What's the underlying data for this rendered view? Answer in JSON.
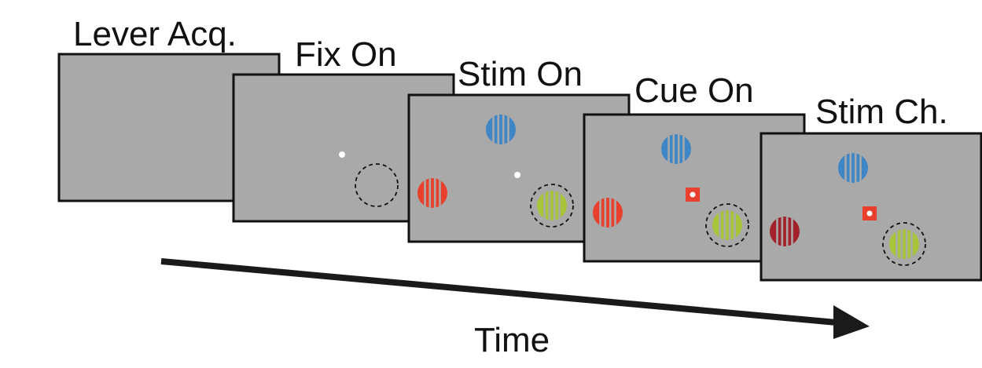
{
  "panels": [
    {
      "title": "Lever Acq.",
      "fixation": "none",
      "stimuli": [],
      "dashed_circle": false
    },
    {
      "title": "Fix On",
      "fixation": "dot",
      "stimuli": [],
      "dashed_circle": true
    },
    {
      "title": "Stim On",
      "fixation": "dot",
      "stimuli": [
        {
          "position": "top",
          "color": "#3f86c6"
        },
        {
          "position": "left",
          "color": "#e8402c"
        },
        {
          "position": "bottom-right",
          "color": "#a7c43a"
        }
      ],
      "dashed_circle": true
    },
    {
      "title": "Cue On",
      "fixation": "square-cue",
      "stimuli": [
        {
          "position": "top",
          "color": "#3f86c6"
        },
        {
          "position": "left",
          "color": "#e8402c"
        },
        {
          "position": "bottom-right",
          "color": "#a7c43a"
        }
      ],
      "dashed_circle": true
    },
    {
      "title": "Stim Ch.",
      "fixation": "square-cue",
      "stimuli": [
        {
          "position": "top",
          "color": "#3f86c6"
        },
        {
          "position": "left",
          "color": "#a3212a"
        },
        {
          "position": "bottom-right",
          "color": "#a7c43a"
        }
      ],
      "dashed_circle": true
    }
  ],
  "axis_label": "Time",
  "colors": {
    "panel_fill": "#a9a9a9",
    "panel_border": "#111111",
    "cue_red": "#e8402c",
    "fixation": "#ffffff",
    "arrow": "#1a1a1a"
  }
}
